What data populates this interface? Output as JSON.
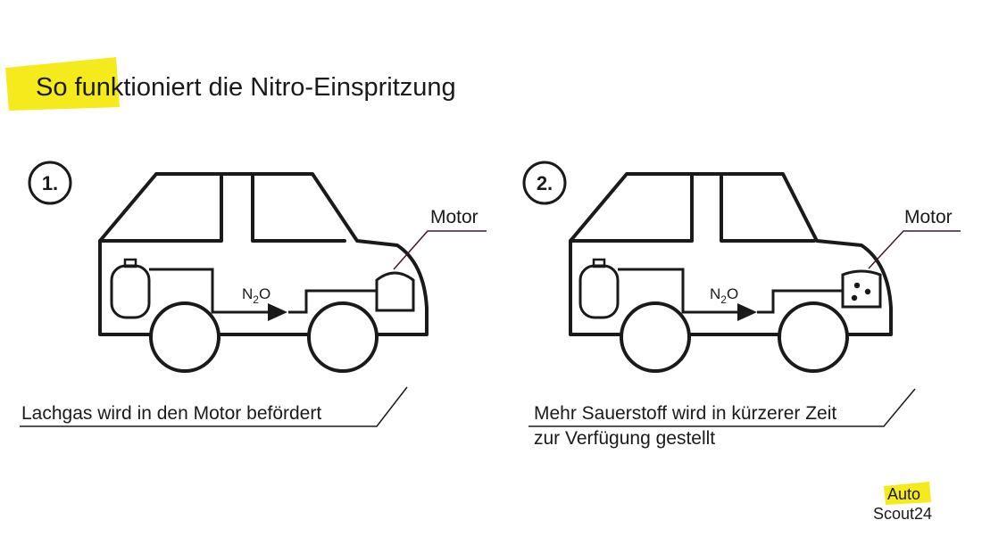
{
  "colors": {
    "highlight": "#f5ea1b",
    "ink": "#1a1a1a",
    "leader": "#3b1a33"
  },
  "title": "So funktioniert die Nitro-Einspritzung",
  "panels": [
    {
      "number": "1.",
      "motor_label": "Motor",
      "gas_label": "N",
      "gas_subscript": "2",
      "gas_suffix": "O",
      "caption_line1": "Lachgas wird in den Motor befördert",
      "caption_line2": ""
    },
    {
      "number": "2.",
      "motor_label": "Motor",
      "gas_label": "N",
      "gas_subscript": "2",
      "gas_suffix": "O",
      "caption_line1": "Mehr Sauerstoff wird in kürzerer Zeit",
      "caption_line2": "zur Verfügung gestellt"
    }
  ],
  "logo": {
    "line1": "Auto",
    "line2": "Scout24"
  }
}
